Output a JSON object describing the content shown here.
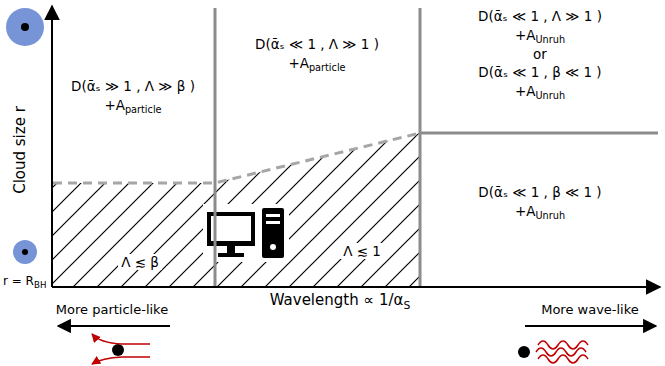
{
  "diagram": {
    "labels": [
      "Cloud size r",
      "r = R",
      "BH",
      "Wavelength ∝ 1/α",
      "S",
      "More particle-like",
      "More wave-like",
      "D(ᾱₛ ≫ 1 , Λ ≫ β )",
      "+A",
      "particle",
      "D(ᾱₛ ≪ 1 , Λ ≫ 1 )",
      "+A",
      "particle",
      "D(ᾱₛ ≪ 1 , Λ ≫ 1 )",
      "+A",
      "Unruh",
      "or",
      "D(ᾱₛ ≪ 1 , β ≪ 1 )",
      "+A",
      "Unruh",
      "D(ᾱₛ ≪ 1 , β ≪ 1 )",
      "+A",
      "Unruh",
      "Λ ≲ β",
      "Λ ≲ 1"
    ]
  }
}
